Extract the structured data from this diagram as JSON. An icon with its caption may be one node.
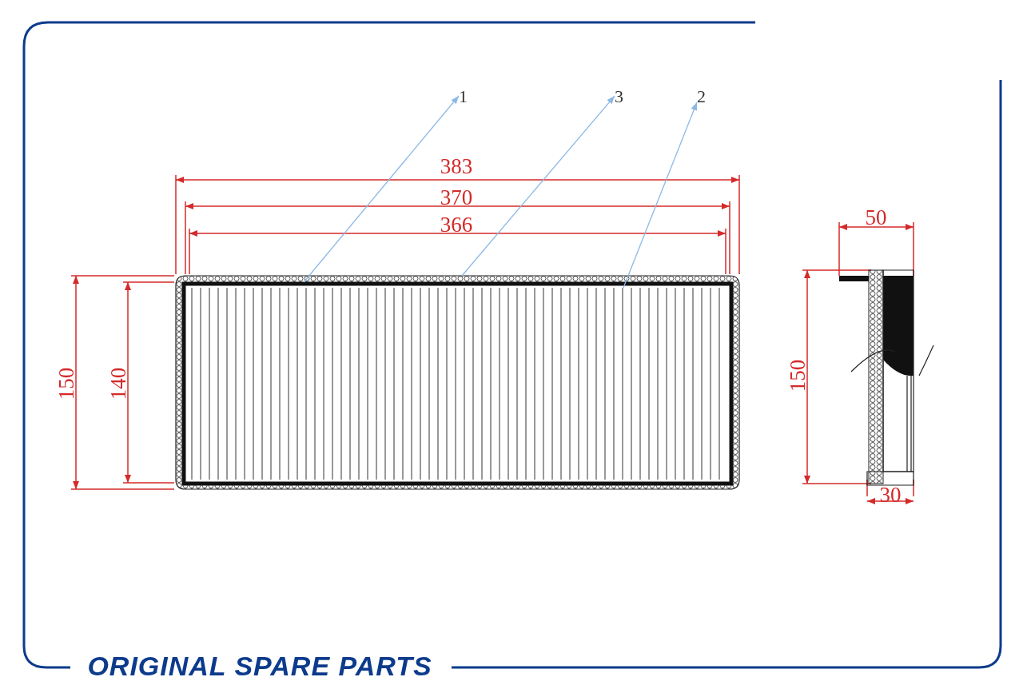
{
  "diagram": {
    "nodes": [
      {
        "text": [
          "1"
        ]
      },
      {
        "text": [
          "3"
        ]
      },
      {
        "text": [
          "2"
        ]
      },
      {
        "text": [],
        "shape": "box"
      },
      {
        "text": [],
        "shape": "box",
        "in": 3
      },
      {
        "text": [],
        "shape": "box",
        "in": 4
      }
    ],
    "edges": [
      {
        "from": 4,
        "to": 0,
        "arrow": "to"
      },
      {
        "from": 3,
        "to": 1,
        "arrow": "to"
      },
      {
        "from": 5,
        "to": 2,
        "arrow": "to"
      }
    ],
    "labels": [
      "383",
      "370",
      "366",
      "150",
      "140",
      "50",
      "150",
      "30",
      "ORIGINAL SPARE PARTS"
    ]
  }
}
